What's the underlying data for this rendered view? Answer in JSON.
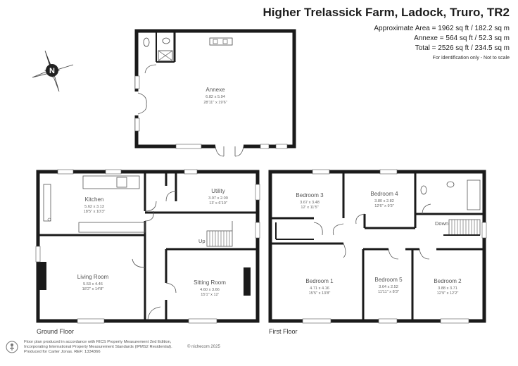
{
  "header": {
    "title": "Higher Trelassick Farm, Ladock, Truro, TR2",
    "approx_area": "Approximate Area = 1962 sq ft / 182.2 sq m",
    "annexe_area": "Annexe = 564 sq ft / 52.3 sq m",
    "total_area": "Total = 2526 sq ft / 234.5 sq m",
    "note": "For identification only - Not to scale"
  },
  "compass": {
    "letter": "N",
    "icon": "compass-icon"
  },
  "floors": {
    "ground": "Ground Floor",
    "first": "First Floor"
  },
  "rooms": {
    "annexe": {
      "name": "Annexe",
      "metric": "6.82 x 5.94",
      "imperial": "28'11\" x 19'6\""
    },
    "kitchen": {
      "name": "Kitchen",
      "metric": "5.62 x 3.13",
      "imperial": "18'5\" x 10'3\""
    },
    "utility": {
      "name": "Utility",
      "metric": "3.97 x 2.09",
      "imperial": "13' x 6'10\""
    },
    "living": {
      "name": "Living Room",
      "metric": "5.53 x 4.46",
      "imperial": "18'2\" x 14'8\""
    },
    "sitting": {
      "name": "Sitting Room",
      "metric": "4.60 x 3.66",
      "imperial": "15'1\" x 12'"
    },
    "bed3": {
      "name": "Bedroom 3",
      "metric": "3.67 x 3.48",
      "imperial": "12' x 11'5\""
    },
    "bed4": {
      "name": "Bedroom 4",
      "metric": "3.80 x 2.82",
      "imperial": "12'6\" x 9'3\""
    },
    "bed1": {
      "name": "Bedroom 1",
      "metric": "4.71 x 4.16",
      "imperial": "15'5\" x 13'8\""
    },
    "bed5": {
      "name": "Bedroom 5",
      "metric": "3.64 x 2.52",
      "imperial": "11'11\" x 8'3\""
    },
    "bed2": {
      "name": "Bedroom 2",
      "metric": "3.88 x 3.71",
      "imperial": "12'9\" x 12'2\""
    }
  },
  "stairs": {
    "up": "Up",
    "down": "Down"
  },
  "footer": {
    "line1": "Floor plan produced in accordance with RICS Property Measurement 2nd Edition,",
    "line2": "Incorporating International Property Measurement Standards (IPMS2 Residential).",
    "line3": "Produced for Carter Jonas.   REF: 1334366",
    "copyright": "© nichecom 2025"
  },
  "colors": {
    "wall": "#1a1a1a",
    "line": "#555555",
    "bg": "#ffffff"
  }
}
